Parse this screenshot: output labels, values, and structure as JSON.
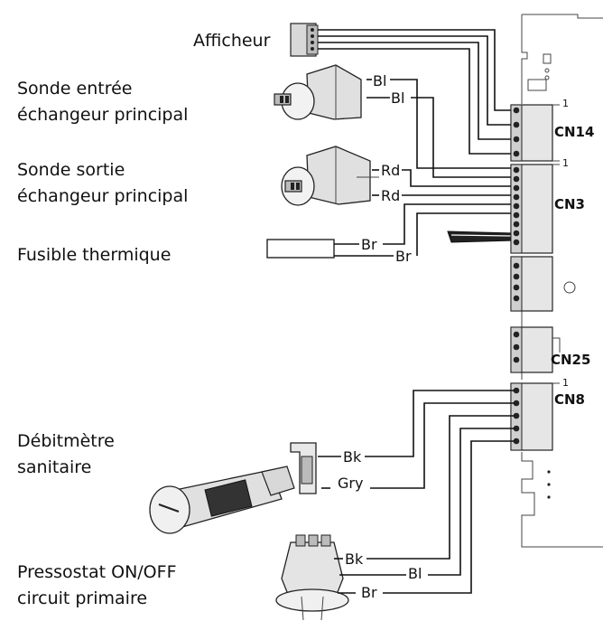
{
  "components": {
    "afficheur": "Afficheur",
    "sonde_entree": [
      "Sonde entrée",
      "échangeur principal"
    ],
    "sonde_sortie": [
      "Sonde sortie",
      "échangeur principal"
    ],
    "fusible": "Fusible thermique",
    "debitmetre": [
      "Débitmètre",
      "sanitaire"
    ],
    "pressostat": [
      "Pressostat ON/OFF",
      "circuit primaire"
    ]
  },
  "wires": {
    "sonde_entree": [
      "Bl",
      "Bl"
    ],
    "sonde_sortie": [
      "Rd",
      "Rd"
    ],
    "fusible": [
      "Br",
      "Br"
    ],
    "debitmetre": [
      "Bk",
      "Gry"
    ],
    "pressostat": [
      "Bk",
      "Bl",
      "Br"
    ]
  },
  "connectors": {
    "cn14": "CN14",
    "cn3": "CN3",
    "cn25": "CN25",
    "cn8": "CN8"
  },
  "pin_marks": [
    "1",
    "1",
    "1"
  ]
}
